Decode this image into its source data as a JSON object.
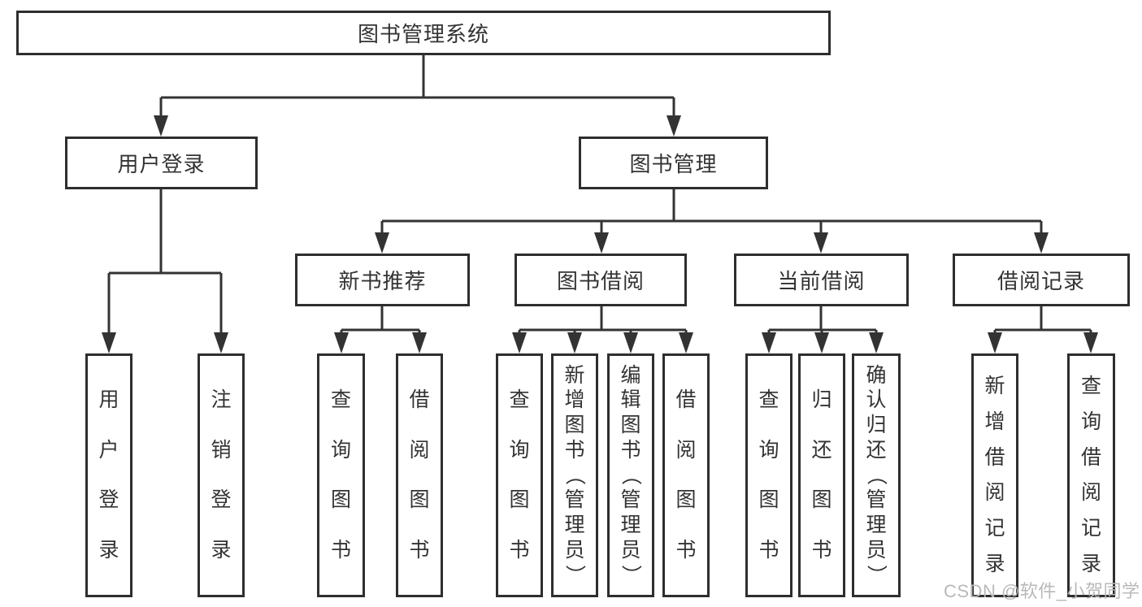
{
  "tree": {
    "label": "图书管理系统",
    "children": [
      {
        "label": "用户登录",
        "children": [
          {
            "label": "用户登录"
          },
          {
            "label": "注销登录"
          }
        ]
      },
      {
        "label": "图书管理",
        "children": [
          {
            "label": "新书推荐",
            "children": [
              {
                "label": "查询图书"
              },
              {
                "label": "借阅图书"
              }
            ]
          },
          {
            "label": "图书借阅",
            "children": [
              {
                "label": "查询图书"
              },
              {
                "label": "新增图书（管理员）"
              },
              {
                "label": "编辑图书（管理员）"
              },
              {
                "label": "借阅图书"
              }
            ]
          },
          {
            "label": "当前借阅",
            "children": [
              {
                "label": "查询图书"
              },
              {
                "label": "归还图书"
              },
              {
                "label": "确认归还（管理员）"
              }
            ]
          },
          {
            "label": "借阅记录",
            "children": [
              {
                "label": "新增借阅记录"
              },
              {
                "label": "查询借阅记录"
              }
            ]
          }
        ]
      }
    ]
  },
  "watermark": "CSDN @软件_小贺同学",
  "colors": {
    "line": "#333333",
    "border": "#2e2e2e",
    "fill": "#ffffff",
    "text": "#333333",
    "wm": "#b9b9b9",
    "bg": "#ffffff"
  }
}
